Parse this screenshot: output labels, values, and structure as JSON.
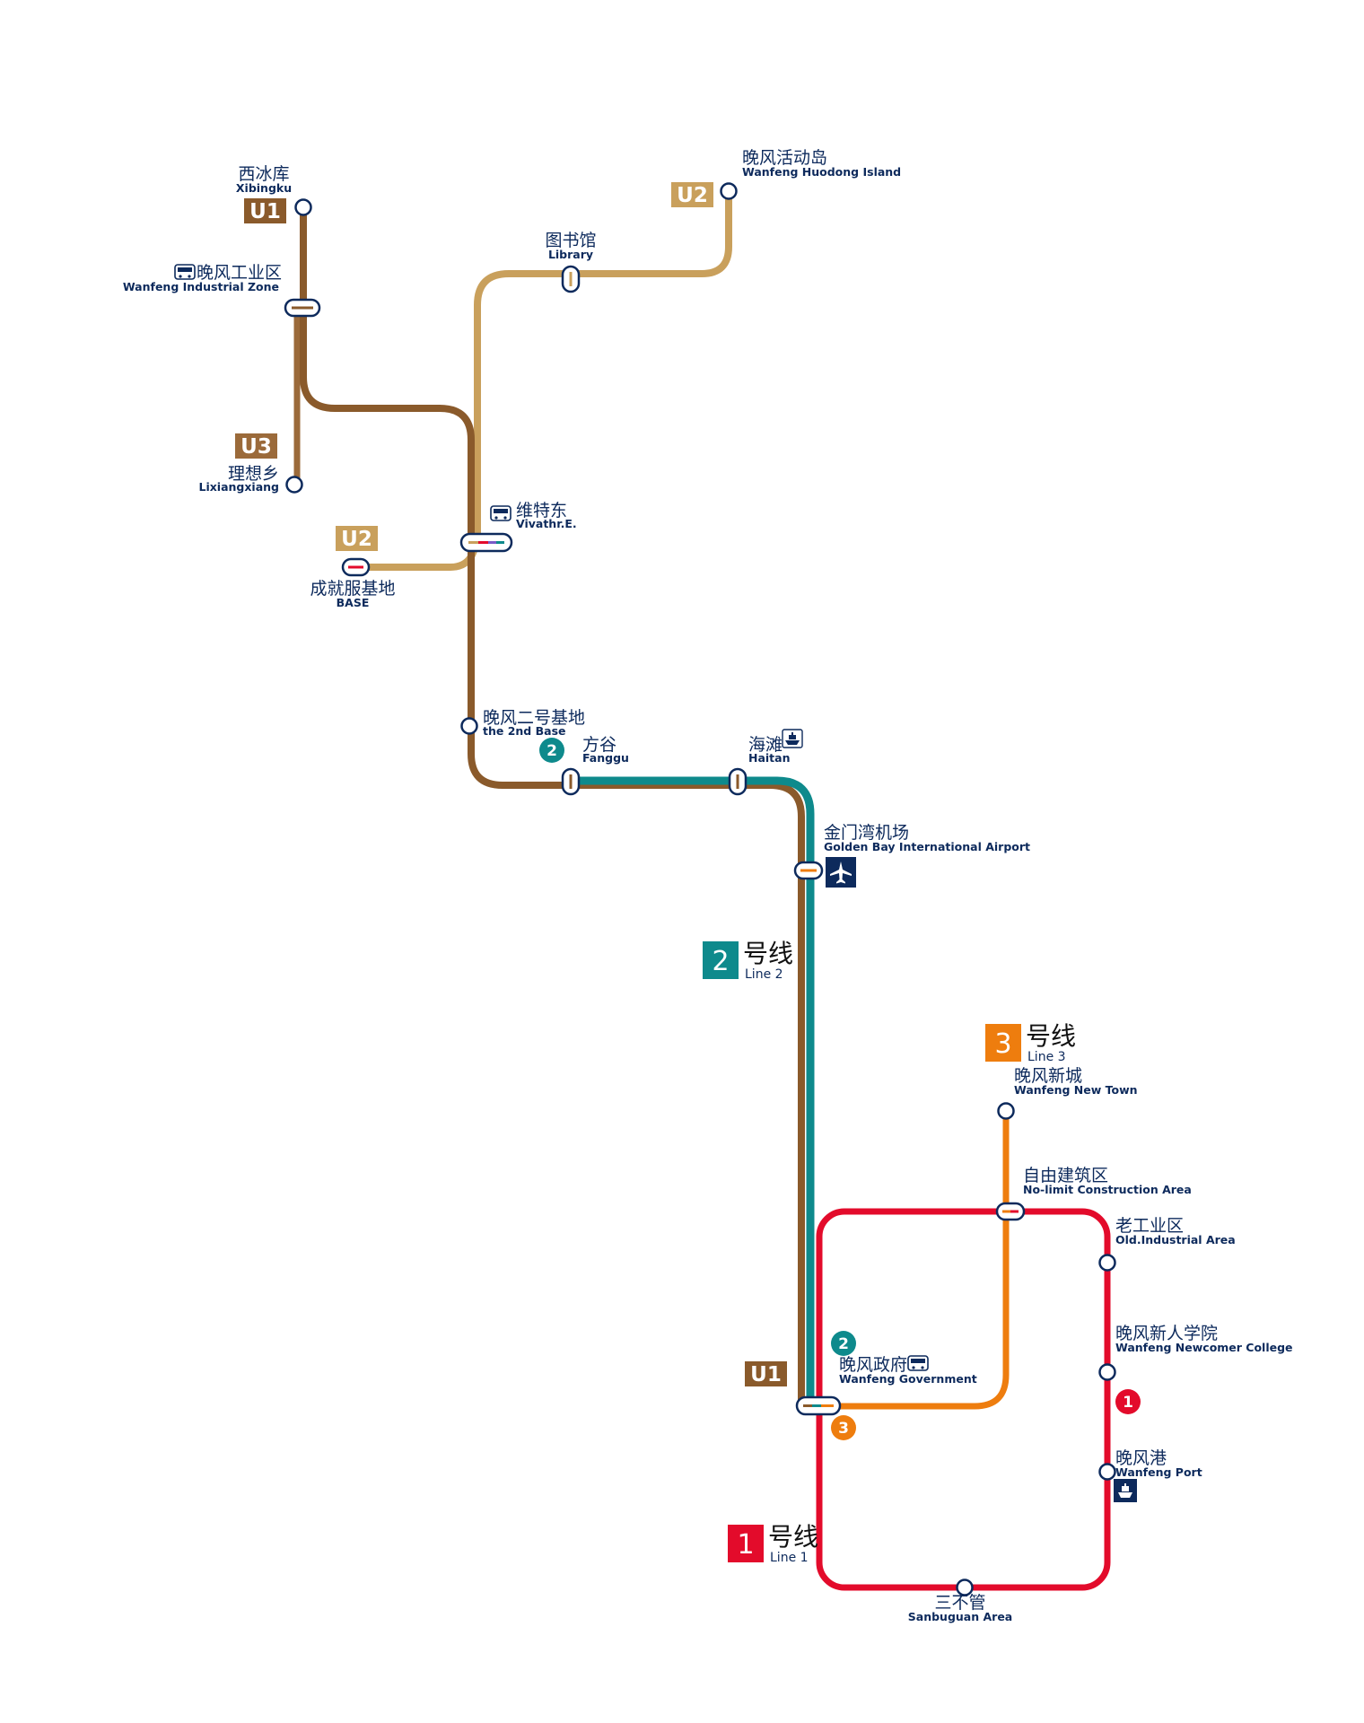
{
  "colors": {
    "u1": "#8a5a2b",
    "u2": "#c9a05c",
    "u3": "#9b6a3a",
    "line1": "#e30b2b",
    "line2": "#0e8a8c",
    "line3": "#ee7d0e",
    "text": "#0d2a5c"
  },
  "lines": {
    "line1": {
      "num": "1",
      "zh": "号线",
      "en": "Line 1"
    },
    "line2": {
      "num": "2",
      "zh": "号线",
      "en": "Line 2"
    },
    "line3": {
      "num": "3",
      "zh": "号线",
      "en": "Line 3"
    }
  },
  "badges": {
    "u1_top": "U1",
    "u3": "U3",
    "u2_left": "U2",
    "u2_top": "U2",
    "u1_bottom": "U1"
  },
  "route_markers": {
    "fanggu": "2",
    "gov_line2": "2",
    "gov_line3": "3",
    "line1_side": "1"
  },
  "stations": {
    "xibingku": {
      "zh": "西冰库",
      "en": "Xibingku"
    },
    "industrial": {
      "zh": "晚风工业区",
      "en": "Wanfeng Industrial Zone",
      "icon": "bus-icon"
    },
    "lixiangxiang": {
      "zh": "理想乡",
      "en": "Lixiangxiang"
    },
    "library": {
      "zh": "图书馆",
      "en": "Library"
    },
    "huodong": {
      "zh": "晚风活动岛",
      "en": "Wanfeng Huodong Island"
    },
    "vivathr": {
      "zh": "维特东",
      "en": "Vivathr.E.",
      "icon": "bus-icon"
    },
    "base": {
      "zh": "成就服基地",
      "en": "BASE"
    },
    "second_base": {
      "zh": "晚风二号基地",
      "en": "the 2nd Base"
    },
    "fanggu": {
      "zh": "方谷",
      "en": "Fanggu"
    },
    "haitan": {
      "zh": "海滩",
      "en": "Haitan",
      "icon": "ship-icon"
    },
    "airport": {
      "zh": "金门湾机场",
      "en": "Golden Bay International Airport",
      "icon": "airplane-icon"
    },
    "newtown": {
      "zh": "晚风新城",
      "en": "Wanfeng New Town"
    },
    "nolimit": {
      "zh": "自由建筑区",
      "en": "No-limit Construction Area"
    },
    "old_industrial": {
      "zh": "老工业区",
      "en": "Old.Industrial Area"
    },
    "college": {
      "zh": "晚风新人学院",
      "en": "Wanfeng Newcomer College"
    },
    "government": {
      "zh": "晚风政府",
      "en": "Wanfeng Government",
      "icon": "bus-icon"
    },
    "port": {
      "zh": "晚风港",
      "en": "Wanfeng Port",
      "icon": "ship-icon"
    },
    "sanbuguan": {
      "zh": "三不管",
      "en": "Sanbuguan Area"
    }
  }
}
